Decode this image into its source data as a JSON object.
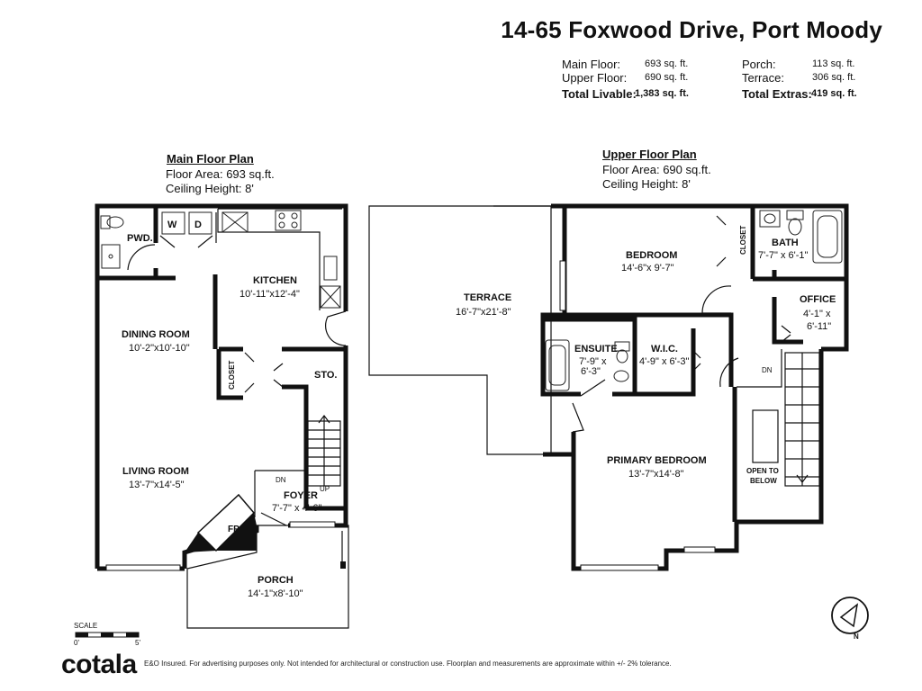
{
  "header": {
    "title": "14-65 Foxwood Drive, Port Moody",
    "summary_left": [
      {
        "label": "Main Floor:",
        "value": "693 sq. ft."
      },
      {
        "label": "Upper Floor:",
        "value": "690 sq. ft."
      }
    ],
    "summary_left_total": {
      "label": "Total Livable:",
      "value": "1,383 sq. ft."
    },
    "summary_right": [
      {
        "label": "Porch:",
        "value": "113 sq. ft."
      },
      {
        "label": "Terrace:",
        "value": "306 sq. ft."
      }
    ],
    "summary_right_total": {
      "label": "Total Extras:",
      "value": "419 sq. ft."
    }
  },
  "main_floor": {
    "title": "Main Floor Plan",
    "area": "Floor Area: 693 sq.ft.",
    "ceiling": "Ceiling Height: 8'",
    "rooms": {
      "pwd": "PWD.",
      "washer": "W",
      "dryer": "D",
      "kitchen": {
        "name": "KITCHEN",
        "dim": "10'-11\"x12'-4\""
      },
      "dining": {
        "name": "DINING ROOM",
        "dim": "10'-2\"x10'-10\""
      },
      "closet": "CLOSET",
      "sto": "STO.",
      "living": {
        "name": "LIVING ROOM",
        "dim": "13'-7\"x14'-5\""
      },
      "foyer": {
        "name": "FOYER",
        "dim": "7'-7\" x 4'-6\""
      },
      "fp": "FP",
      "porch": {
        "name": "PORCH",
        "dim": "14'-1\"x8'-10\""
      },
      "dn": "DN",
      "up": "UP"
    }
  },
  "upper_floor": {
    "title": "Upper Floor Plan",
    "area": "Floor Area: 690 sq.ft.",
    "ceiling": "Ceiling Height: 8'",
    "rooms": {
      "terrace": {
        "name": "TERRACE",
        "dim": "16'-7\"x21'-8\""
      },
      "bedroom": {
        "name": "BEDROOM",
        "dim": "14'-6\"x 9'-7\""
      },
      "closet": "CLOSET",
      "bath": {
        "name": "BATH",
        "dim": "7'-7\" x 6'-1\""
      },
      "office": {
        "name": "OFFICE",
        "dim1": "4'-1\" x",
        "dim2": "6'-11\""
      },
      "ensuite": {
        "name": "ENSUITE",
        "dim1": "7'-9\" x",
        "dim2": "6'-3\""
      },
      "wic": {
        "name": "W.I.C.",
        "dim": "4'-9\" x 6'-3\""
      },
      "primary": {
        "name": "PRIMARY BEDROOM",
        "dim": "13'-7\"x14'-8\""
      },
      "open_to_below_1": "OPEN TO",
      "open_to_below_2": "BELOW",
      "dn": "DN"
    }
  },
  "scale": {
    "label": "SCALE",
    "start": "0'",
    "end": "5'"
  },
  "compass": {
    "north": "N"
  },
  "footer": {
    "logo": "cotala",
    "disclaimer": "E&O Insured. For advertising purposes only. Not intended for architectural or construction use. Floorplan and measurements are approximate within +/- 2% tolerance."
  }
}
